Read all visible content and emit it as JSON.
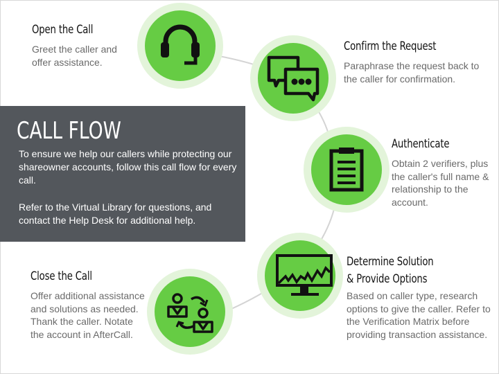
{
  "panel": {
    "title": "CALL FLOW",
    "intro": "To ensure we help our callers while protecting our shareowner accounts, follow this call flow for every call.",
    "note": "Refer to the Virtual Library for questions, and contact the Help Desk for additional help."
  },
  "steps": [
    {
      "title": "Open the Call",
      "text": "Greet the caller and offer assistance.",
      "icon": "headset-icon"
    },
    {
      "title": "Confirm the Request",
      "text": "Paraphrase the request back to the caller for confirmation.",
      "icon": "chat-bubbles-icon"
    },
    {
      "title": "Authenticate",
      "text": "Obtain 2 verifiers, plus the caller's full name & relationship to the account.",
      "icon": "clipboard-icon"
    },
    {
      "title": "Determine Solution & Provide Options",
      "text": "Based on caller type, research options to give the caller. Refer to the Verification Matrix before providing transaction assistance.",
      "icon": "monitor-chart-icon"
    },
    {
      "title": "Close the Call",
      "text": "Offer additional assistance and solutions as needed. Thank the caller. Notate the account in AfterCall.",
      "icon": "people-exchange-icon"
    }
  ],
  "colors": {
    "green": "#66cc44",
    "halo": "#e3f4da",
    "panel": "#53575c"
  }
}
